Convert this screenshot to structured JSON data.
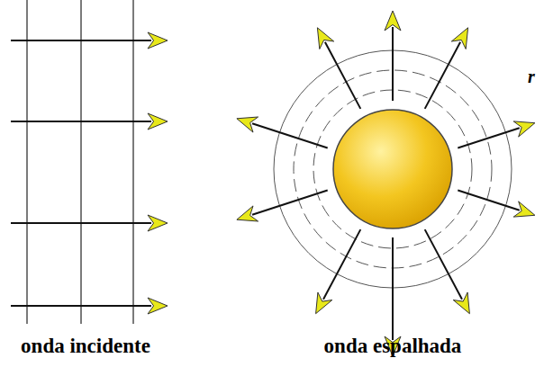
{
  "diagram": {
    "labels": [
      "onda incidente",
      "onda espalhada",
      "r"
    ]
  }
}
